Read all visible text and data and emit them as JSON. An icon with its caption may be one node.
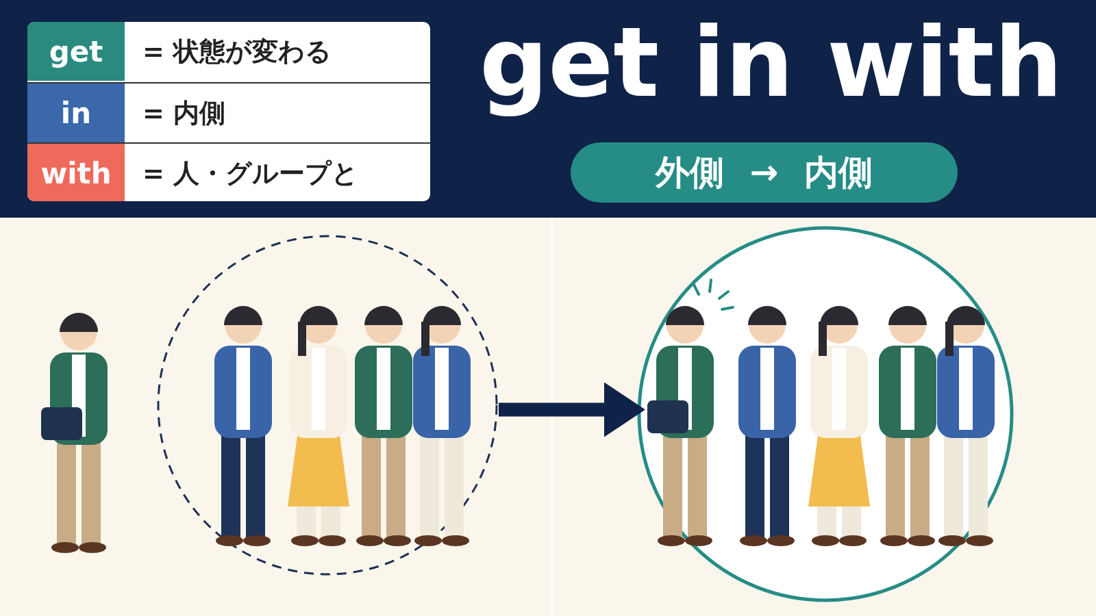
{
  "diagram": {
    "title": "get in with",
    "nodes": [
      {
        "text": [
          "外側 → 内側"
        ]
      },
      {
        "text": [],
        "shape": "circle"
      },
      {
        "text": [],
        "shape": "circle"
      }
    ],
    "edges": [
      {
        "from": 1,
        "to": 2,
        "arrow": "to"
      }
    ],
    "labels": [
      "get",
      "= 状態が変わる",
      "in",
      "= 内側",
      "with",
      "= 人・グループと"
    ]
  }
}
